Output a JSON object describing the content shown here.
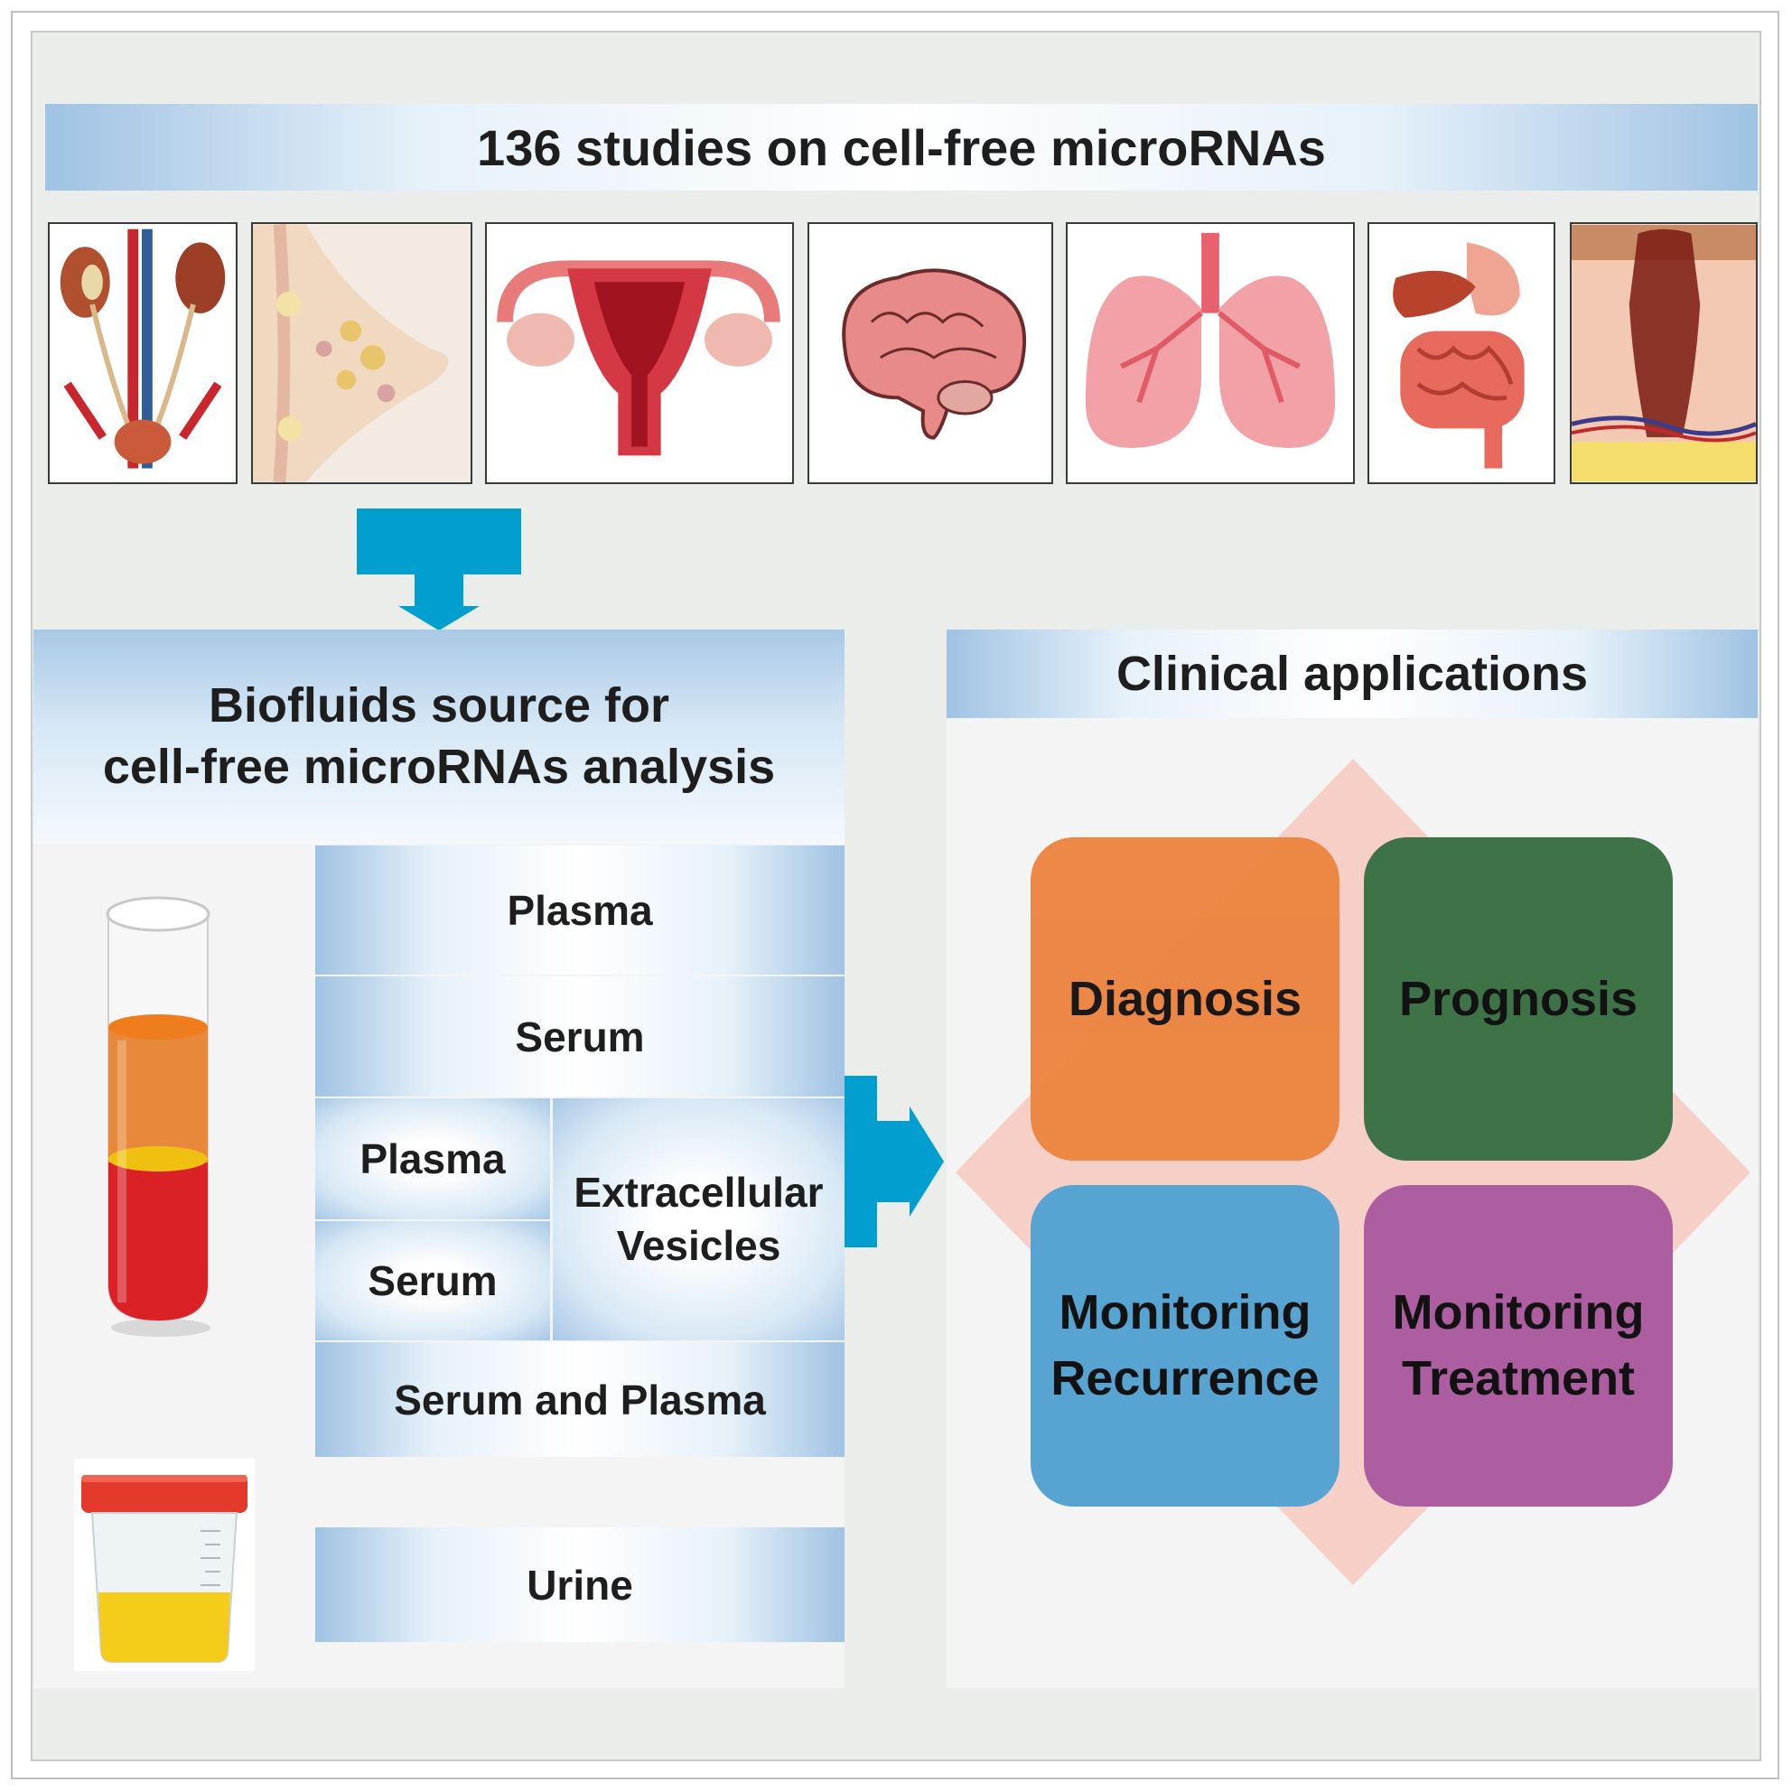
{
  "header": {
    "title": "136 studies on cell-free microRNAs"
  },
  "organs": [
    "kidney-urinary-icon",
    "breast-icon",
    "uterus-icon",
    "brain-icon",
    "lungs-icon",
    "digestive-icon",
    "skin-melanoma-icon"
  ],
  "biofluids": {
    "title_line1": "Biofluids source for",
    "title_line2": "cell-free microRNAs analysis",
    "rows": {
      "plasma": "Plasma",
      "serum": "Serum",
      "ev_plasma": "Plasma",
      "ev_serum": "Serum",
      "ev_label_line1": "Extracellular",
      "ev_label_line2": "Vesicles",
      "serum_plasma": "Serum and Plasma",
      "urine": "Urine"
    }
  },
  "clinical": {
    "title": "Clinical applications",
    "tiles": {
      "diagnosis": "Diagnosis",
      "prognosis": "Prognosis",
      "recurrence_line1": "Monitoring",
      "recurrence_line2": "Recurrence",
      "treatment_line1": "Monitoring",
      "treatment_line2": "Treatment"
    }
  },
  "colors": {
    "arrow": "#009fd0",
    "diagnosis": "#ec8440",
    "prognosis": "#3d7347",
    "recurrence": "#57a4d2",
    "treatment": "#ad5ea0",
    "diamond": "#f6cfc6"
  }
}
